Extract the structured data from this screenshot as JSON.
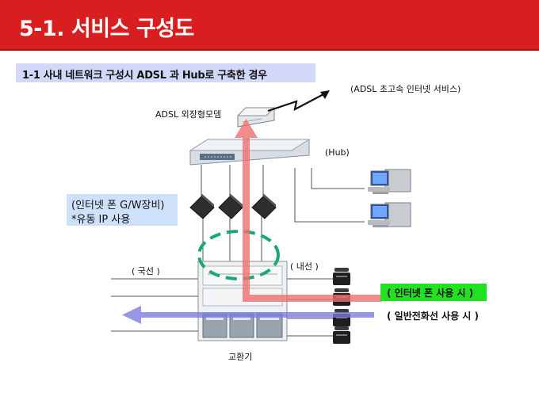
{
  "header": {
    "title": "5-1. 서비스 구성도"
  },
  "subtitle": "1-1 사내 네트워크 구성시 ADSL 과 Hub로 구축한 경우",
  "labels": {
    "adsl_service": "(ADSL 초고속 인터넷 서비스)",
    "adsl_modem": "ADSL 외장형모뎀",
    "hub": "(Hub)",
    "gateway_line1": "(인터넷 폰 G/W장비)",
    "gateway_line2": "*유동 IP 사용",
    "trunk_line": "( 국선 )",
    "extension_line": "( 내선 )",
    "exchange": "교환기",
    "internet_phone_use": "( 인터넷 폰 사용 시 )",
    "general_phone_use": "( 일반전화선 사용 시 )"
  },
  "colors": {
    "header_bg": "#d81e1e",
    "subtitle_bg": "#d4d8f8",
    "info_bg": "#cfe0fb",
    "green_label_bg": "#22e022",
    "internet_path": "#f07070",
    "general_path": "#7a7ae0",
    "dashed_ring": "#1aa87a"
  }
}
